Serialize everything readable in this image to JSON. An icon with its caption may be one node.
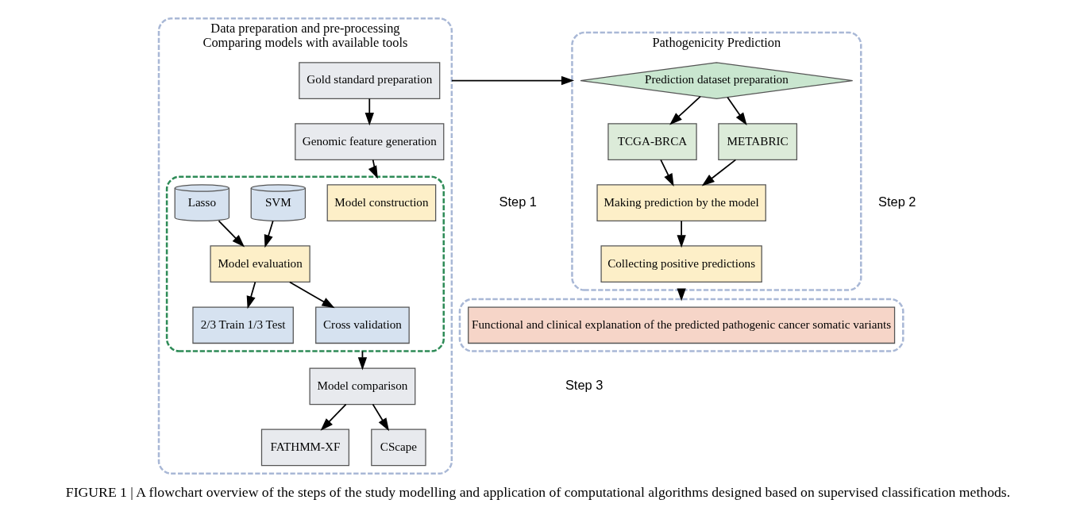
{
  "diagram": {
    "caption": "FIGURE 1 | A flowchart overview of the steps of the study modelling and application of computational algorithms designed based on supervised classification methods.",
    "nodes": [
      {
        "text": [
          "Data preparation and pre-processing",
          "Comparing models with available tools"
        ],
        "beside": [
          "Step 1"
        ]
      },
      {
        "text": [
          "Gold standard preparation"
        ],
        "in": 0
      },
      {
        "text": [
          "Genomic feature generation"
        ],
        "in": 0
      },
      {
        "text": [],
        "shape": "box",
        "in": 0
      },
      {
        "text": [
          "Model construction"
        ],
        "in": 3
      },
      {
        "text": [
          "SVM"
        ],
        "in": 3
      },
      {
        "text": [
          "Lasso"
        ],
        "in": 3
      },
      {
        "text": [
          "Model evaluation"
        ],
        "in": 3
      },
      {
        "text": [
          "2/3 Train 1/3 Test"
        ],
        "in": 3
      },
      {
        "text": [
          "Cross validation"
        ],
        "in": 3
      },
      {
        "text": [
          "Model comparison"
        ],
        "in": 0
      },
      {
        "text": [
          "FATHMM-XF"
        ],
        "in": 0
      },
      {
        "text": [
          "CScape"
        ],
        "in": 0
      },
      {
        "text": [
          "Pathogenicity Prediction"
        ],
        "beside": [
          "Step 2"
        ]
      },
      {
        "text": [
          "Prediction dataset preparation"
        ],
        "in": 13
      },
      {
        "text": [
          "METABRIC"
        ],
        "in": 13
      },
      {
        "text": [
          "TCGA-BRCA"
        ],
        "in": 13
      },
      {
        "text": [
          "Making prediction by the model"
        ],
        "in": 13
      },
      {
        "text": [
          "Collecting positive predictions"
        ],
        "in": 13
      },
      {
        "text": [],
        "shape": "box",
        "beside": [
          "Step 3"
        ]
      },
      {
        "text": [
          "Functional and clinical explanation of the predicted pathogenic cancer somatic variants"
        ],
        "in": 19
      }
    ],
    "edges": [
      {
        "from": 1,
        "to": 2,
        "arrow": "to"
      },
      {
        "from": 2,
        "to": 3,
        "arrow": "to"
      },
      {
        "from": 5,
        "to": 7,
        "arrow": "to"
      },
      {
        "from": 6,
        "to": 7,
        "arrow": "to"
      },
      {
        "from": 7,
        "to": 8,
        "arrow": "to"
      },
      {
        "from": 7,
        "to": 9,
        "arrow": "to"
      },
      {
        "from": 3,
        "to": 10,
        "arrow": "to"
      },
      {
        "from": 10,
        "to": 11,
        "arrow": "to"
      },
      {
        "from": 10,
        "to": 12,
        "arrow": "to"
      },
      {
        "from": 0,
        "to": 13,
        "arrow": "to"
      },
      {
        "from": 14,
        "to": 15,
        "arrow": "to"
      },
      {
        "from": 14,
        "to": 16,
        "arrow": "to"
      },
      {
        "from": 15,
        "to": 17,
        "arrow": "to"
      },
      {
        "from": 16,
        "to": 17,
        "arrow": "to"
      },
      {
        "from": 17,
        "to": 18,
        "arrow": "to"
      },
      {
        "from": 13,
        "to": 19,
        "arrow": "to"
      }
    ]
  }
}
